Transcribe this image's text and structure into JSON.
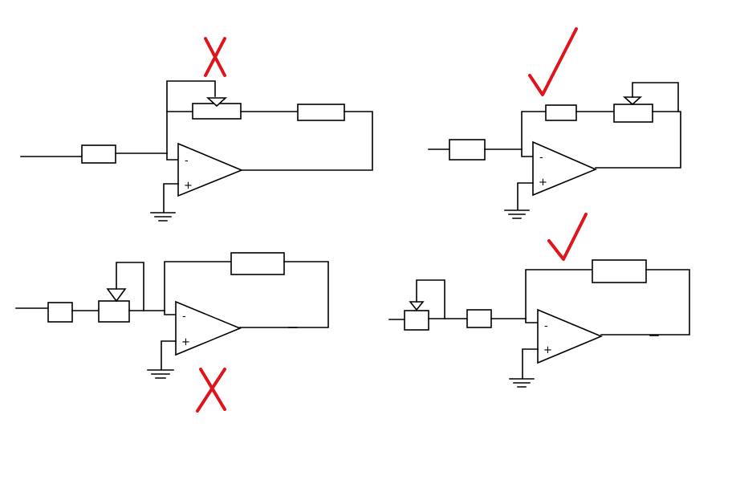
{
  "diagram": {
    "opamp_labels": {
      "inverting": "-",
      "non_inverting": "+"
    },
    "circuits": [
      {
        "id": "top-left",
        "verdict": "incorrect"
      },
      {
        "id": "top-right",
        "verdict": "correct"
      },
      {
        "id": "bottom-left",
        "verdict": "incorrect"
      },
      {
        "id": "bottom-right",
        "verdict": "correct"
      }
    ],
    "colors": {
      "wire": "#000000",
      "mark": "#e0141b",
      "background": "#ffffff"
    }
  }
}
